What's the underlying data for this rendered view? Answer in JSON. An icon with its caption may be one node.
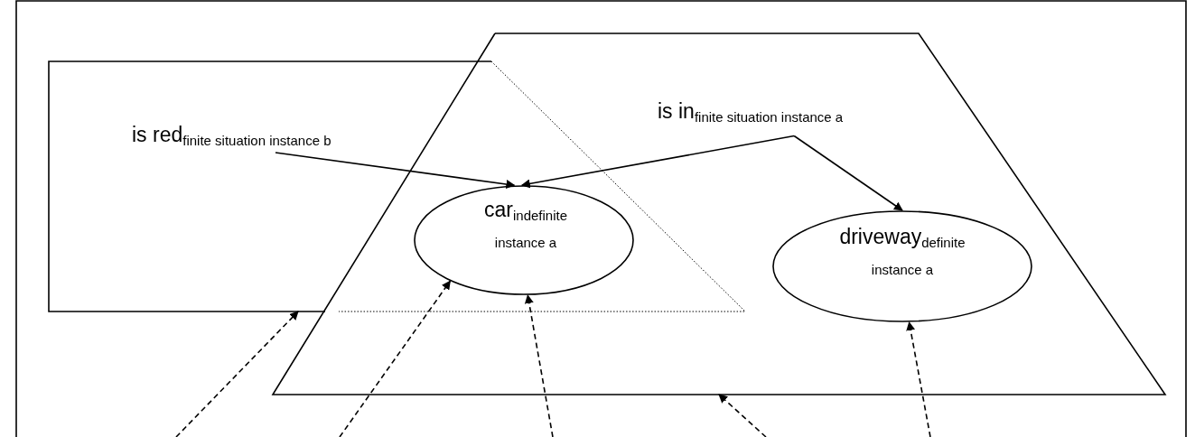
{
  "diagram": {
    "nodes": [
      {
        "text": [],
        "shape": "box"
      },
      {
        "text": [],
        "shape": "trapezoid"
      },
      {
        "text": [
          "is red$_{finite situation instance b}$"
        ],
        "in": 0
      },
      {
        "text": [
          "is in$_{finite situation instance a}$"
        ],
        "in": 1
      },
      {
        "text": [
          "car$_{indefinite instance a}$"
        ]
      },
      {
        "text": [
          "driveway$_{definite instance a}$"
        ],
        "in": 1
      }
    ],
    "edges": [
      {
        "from": 2,
        "to": 4,
        "arrow": "to"
      },
      {
        "from": 3,
        "to": 4,
        "arrow": "to"
      },
      {
        "from": 3,
        "to": 5,
        "arrow": "to"
      },
      {
        "from": null,
        "to": 0,
        "arrow": "to",
        "style": "dashed"
      },
      {
        "from": null,
        "to": 4,
        "arrow": "to",
        "style": "dashed"
      },
      {
        "from": null,
        "to": 4,
        "arrow": "to",
        "style": "dashed"
      },
      {
        "from": null,
        "to": 1,
        "arrow": "to",
        "style": "dashed"
      },
      {
        "from": null,
        "to": 5,
        "arrow": "to",
        "style": "dashed"
      }
    ]
  }
}
